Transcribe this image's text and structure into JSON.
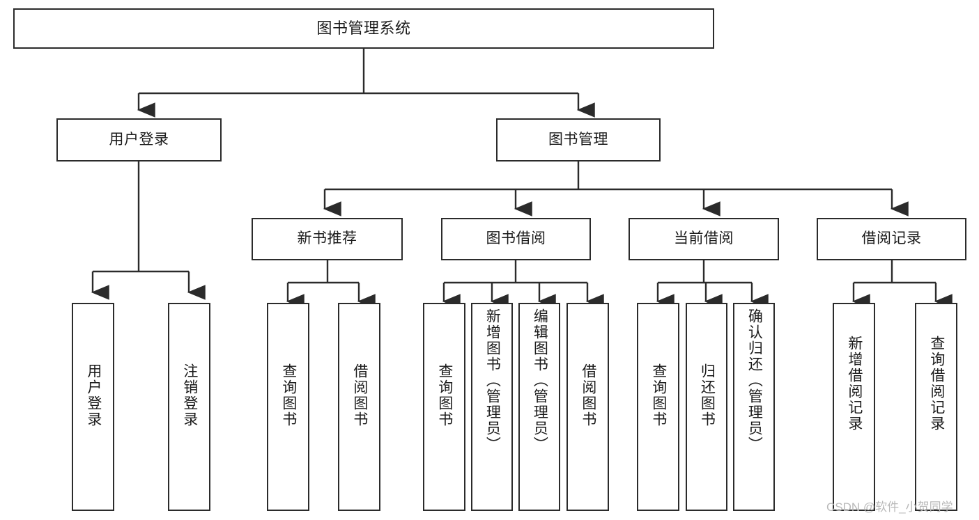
{
  "diagram": {
    "type": "tree",
    "title": "图书管理系统",
    "watermark": "CSDN @软件_小贺同学",
    "colors": {
      "box_border": "#2b2b2b",
      "box_fill": "#ffffff",
      "edge": "#2b2b2b",
      "text": "#1b1b1b",
      "watermark": "#b9b9b9",
      "background": "#ffffff"
    },
    "root": {
      "id": "root",
      "label": "图书管理系统"
    },
    "level1": [
      {
        "id": "user-login",
        "label": "用户登录"
      },
      {
        "id": "book-manage",
        "label": "图书管理"
      }
    ],
    "level2": [
      {
        "id": "new-book-rec",
        "label": "新书推荐"
      },
      {
        "id": "book-borrow",
        "label": "图书借阅"
      },
      {
        "id": "current-borrow",
        "label": "当前借阅"
      },
      {
        "id": "borrow-record",
        "label": "借阅记录"
      }
    ],
    "leaves": [
      {
        "id": "leaf-user-login",
        "parent": "user-login",
        "label": "用户登录"
      },
      {
        "id": "leaf-logout",
        "parent": "user-login",
        "label": "注销登录"
      },
      {
        "id": "leaf-query-book-1",
        "parent": "new-book-rec",
        "label": "查询图书"
      },
      {
        "id": "leaf-borrow-book-1",
        "parent": "new-book-rec",
        "label": "借阅图书"
      },
      {
        "id": "leaf-query-book-2",
        "parent": "book-borrow",
        "label": "查询图书"
      },
      {
        "id": "leaf-add-book",
        "parent": "book-borrow",
        "label": "新增图书（管理员）"
      },
      {
        "id": "leaf-edit-book",
        "parent": "book-borrow",
        "label": "编辑图书（管理员）"
      },
      {
        "id": "leaf-borrow-book-2",
        "parent": "book-borrow",
        "label": "借阅图书"
      },
      {
        "id": "leaf-query-book-3",
        "parent": "current-borrow",
        "label": "查询图书"
      },
      {
        "id": "leaf-return-book",
        "parent": "current-borrow",
        "label": "归还图书"
      },
      {
        "id": "leaf-confirm-return",
        "parent": "current-borrow",
        "label": "确认归还（管理员）"
      },
      {
        "id": "leaf-add-record",
        "parent": "borrow-record",
        "label": "新增借阅记录"
      },
      {
        "id": "leaf-query-record",
        "parent": "borrow-record",
        "label": "查询借阅记录"
      }
    ]
  }
}
